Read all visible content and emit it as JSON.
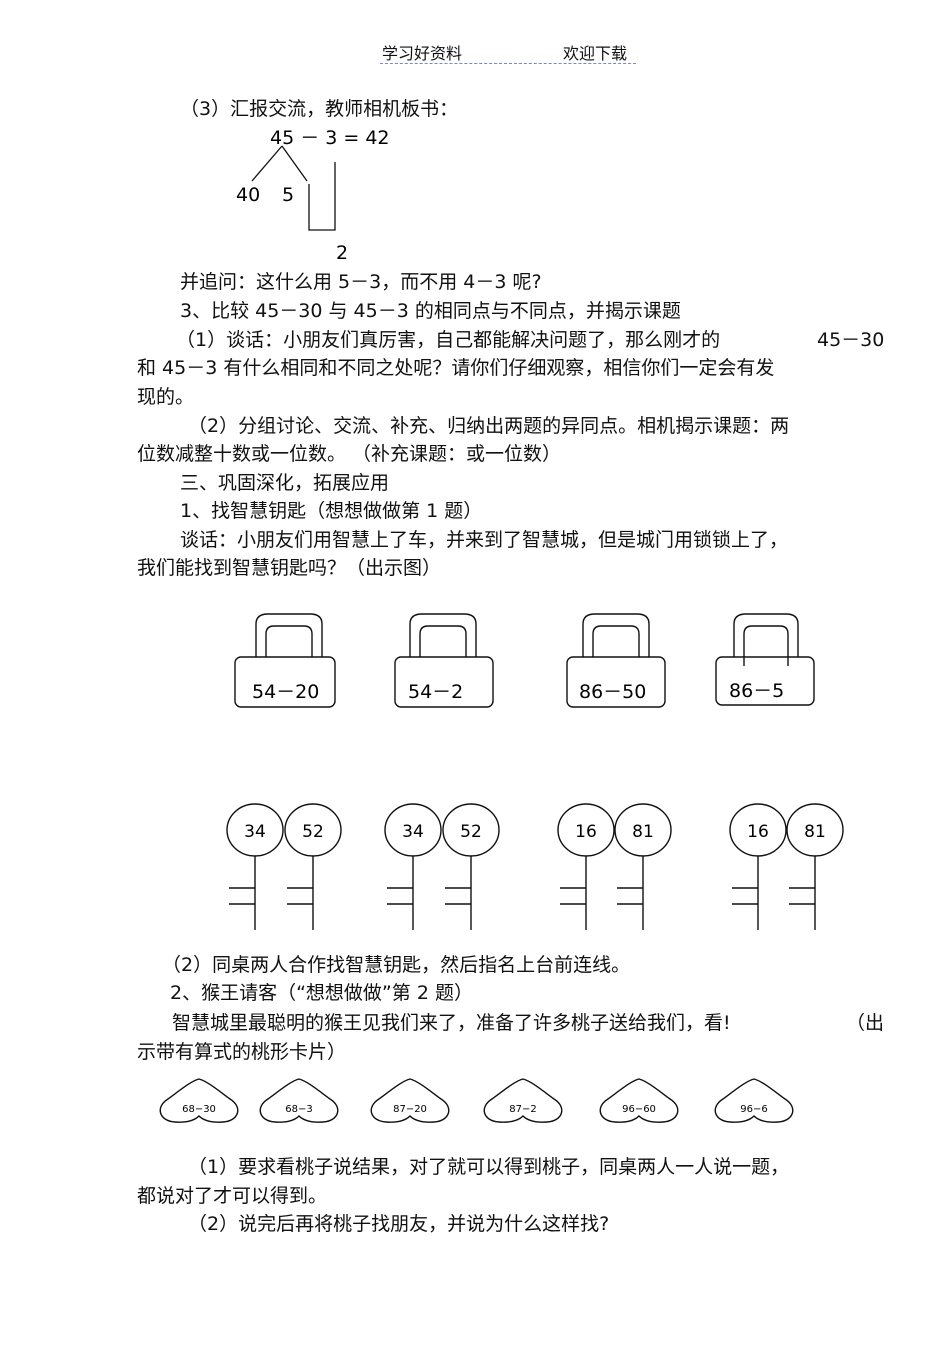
{
  "header": {
    "left": "学习好资料",
    "right": "欢迎下载"
  },
  "s1": {
    "title": "（3）汇报交流，教师相机板书："
  },
  "tree": {
    "equation": "45 － 3 = 42",
    "left": "40",
    "mid": "5",
    "bottom": "2"
  },
  "lines": {
    "l1": "并追问：这什么用  5－3，而不用  4－3 呢?",
    "l2": "3、比较  45－30 与 45－3 的相同点与不同点，并揭示课题",
    "l3a": "（1）谈话：小朋友们真厉害，自己都能解决问题了，那么刚才的",
    "l3b": "45－30",
    "l4": "和  45－3  有什么相同和不同之处呢？请你们仔细观察，相信你们一定会有发",
    "l5": "现的。",
    "l6": "（2）分组讨论、交流、补充、归纳出两题的异同点。相机揭示课题：两",
    "l7": "位数减整十数或一位数。  （补充课题：或一位数）",
    "l8": "三、巩固深化，拓展应用",
    "l9": "1、找智慧钥匙（想想做做第    1 题）",
    "l10": "谈话：小朋友们用智慧上了车，并来到了智慧城，但是城门用锁锁上了，",
    "l11": "我们能找到智慧钥匙吗？（出示图）"
  },
  "locks": [
    "54－20",
    "54－2",
    "86－50",
    "86－5"
  ],
  "keys": [
    "34",
    "52",
    "34",
    "52",
    "16",
    "81",
    "16",
    "81"
  ],
  "lines2": {
    "m1": "（2）同桌两人合作找智慧钥匙，然后指名上台前连线。",
    "m2": "2、猴王请客（“想想做做”第  2 题）",
    "m3a": "智慧城里最聪明的猴王见我们来了，准备了许多桃子送给我们，看!",
    "m3b": "（出",
    "m4": "示带有算式的桃形卡片）",
    "m5": "（1）要求看桃子说结果，对了就可以得到桃子，同桌两人一人说一题，",
    "m6": "都说对了才可以得到。",
    "m7": "（2）说完后再将桃子找朋友，并说为什么这样找?"
  },
  "peaches": [
    "68−30",
    "68−3",
    "87−20",
    "87−2",
    "96−60",
    "96−6"
  ]
}
